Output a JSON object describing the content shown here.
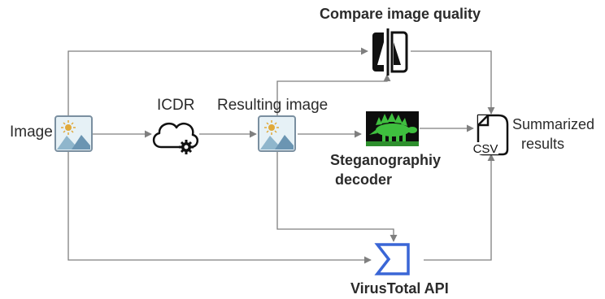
{
  "labels": {
    "image": "Image",
    "icdr": "ICDR",
    "resulting_image": "Resulting image",
    "compare_quality": "Compare image quality",
    "stego_line1": "Steganographiy",
    "stego_line2": "decoder",
    "summarized_line1": "Summarized",
    "summarized_line2": "results",
    "virustotal": "VirusTotal API",
    "csv_text": "CSV"
  },
  "colors": {
    "edge": "#7f7f7f",
    "virustotal_icon": "#3a66d6",
    "image_icon_sky": "#e6f1f6",
    "image_icon_mountain_back": "#8fb6cc",
    "image_icon_mountain_front": "#6b95b2",
    "image_icon_sun": "#e0a93a",
    "stego_background": "#0d0d0d",
    "stego_body": "#3fbf3f"
  },
  "icons": [
    "image-icon",
    "cloud-gear-icon",
    "compare-icon",
    "stegosaurus-icon",
    "csv-file-icon",
    "sigma-icon"
  ]
}
